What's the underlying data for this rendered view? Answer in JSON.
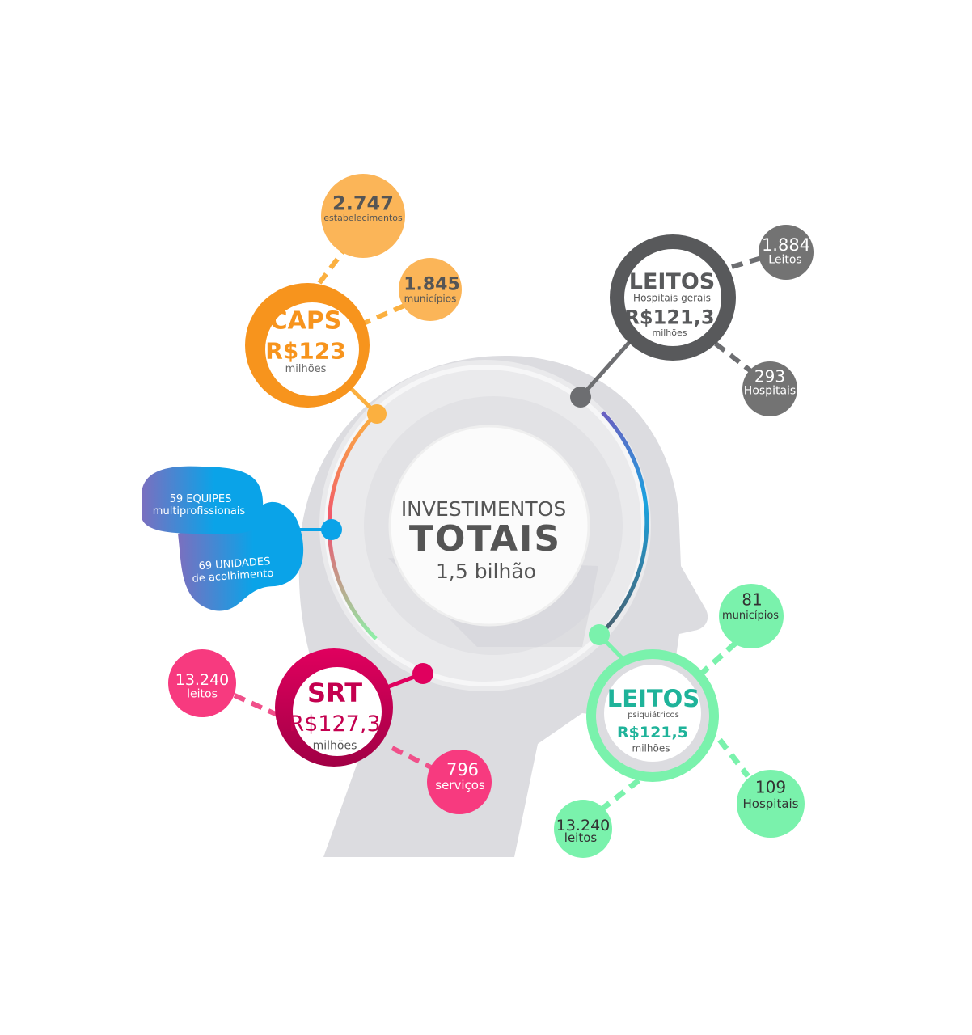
{
  "center": {
    "line1": "INVESTIMENTOS",
    "line2": "TOTAIS",
    "line3": "1,5 bilhão"
  },
  "caps": {
    "title": "CAPS",
    "amount": "R$123",
    "unit": "milhões",
    "stat1_value": "2.747",
    "stat1_label": "estabelecimentos",
    "stat2_value": "1.845",
    "stat2_label": "municípios",
    "color": "#F7941D"
  },
  "leitos_gerais": {
    "title": "LEITOS",
    "subtitle": "Hospitais gerais",
    "amount": "R$121,3",
    "unit": "milhões",
    "stat1_value": "1.884",
    "stat1_label": "Leitos",
    "stat2_value": "293",
    "stat2_label": "Hospitais",
    "color": "#6d6e71"
  },
  "equipes": {
    "line1": "59 EQUIPES",
    "line2": "multiprofissionais",
    "line3": "69  UNIDADES",
    "line4": "de acolhimento",
    "color": "#0aa3e8"
  },
  "srt": {
    "title": "SRT",
    "amount": "R$127,3",
    "unit": "milhões",
    "stat1_value": "13.240",
    "stat1_label": "leitos",
    "stat2_value": "796",
    "stat2_label": "serviços",
    "color": "#c4004f"
  },
  "leitos_psiq": {
    "title": "LEITOS",
    "subtitle": "psiquiátricos",
    "amount": "R$121,5",
    "unit": "milhões",
    "stat1_value": "81",
    "stat1_label": "municípios",
    "stat2_value": "109",
    "stat2_label": "Hospitais",
    "stat3_value": "13.240",
    "stat3_label": "leitos",
    "color": "#7af2ac"
  }
}
